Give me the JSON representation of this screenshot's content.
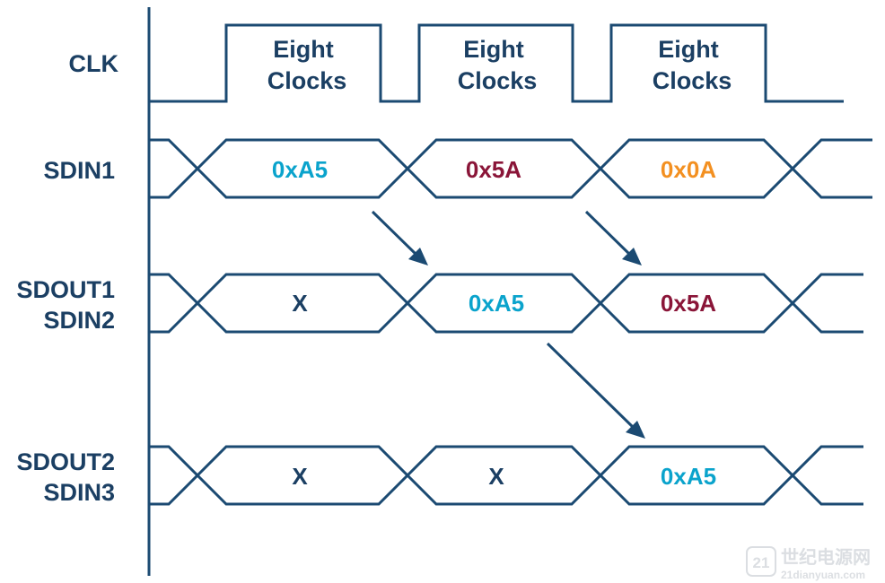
{
  "colors": {
    "line": "#1b4a72",
    "label": "#1b3f63",
    "cyan": "#0aa3cc",
    "maroon": "#8a1538",
    "orange": "#f39021",
    "navy": "#1b3f63"
  },
  "signals": {
    "clk": {
      "label": "CLK",
      "pulses": [
        {
          "line1": "Eight",
          "line2": "Clocks"
        },
        {
          "line1": "Eight",
          "line2": "Clocks"
        },
        {
          "line1": "Eight",
          "line2": "Clocks"
        }
      ]
    },
    "sdin1": {
      "label": "SDIN1",
      "values": [
        {
          "text": "0xA5",
          "color": "cyan"
        },
        {
          "text": "0x5A",
          "color": "maroon"
        },
        {
          "text": "0x0A",
          "color": "orange"
        }
      ]
    },
    "sdout1": {
      "label_line1": "SDOUT1",
      "label_line2": "SDIN2",
      "values": [
        {
          "text": "X",
          "color": "navy"
        },
        {
          "text": "0xA5",
          "color": "cyan"
        },
        {
          "text": "0x5A",
          "color": "maroon"
        }
      ]
    },
    "sdout2": {
      "label_line1": "SDOUT2",
      "label_line2": "SDIN3",
      "values": [
        {
          "text": "X",
          "color": "navy"
        },
        {
          "text": "X",
          "color": "navy"
        },
        {
          "text": "0xA5",
          "color": "cyan"
        }
      ]
    }
  },
  "watermark": {
    "logo": "21",
    "cn": "世纪电源网",
    "url": "21dianyuan.com"
  }
}
